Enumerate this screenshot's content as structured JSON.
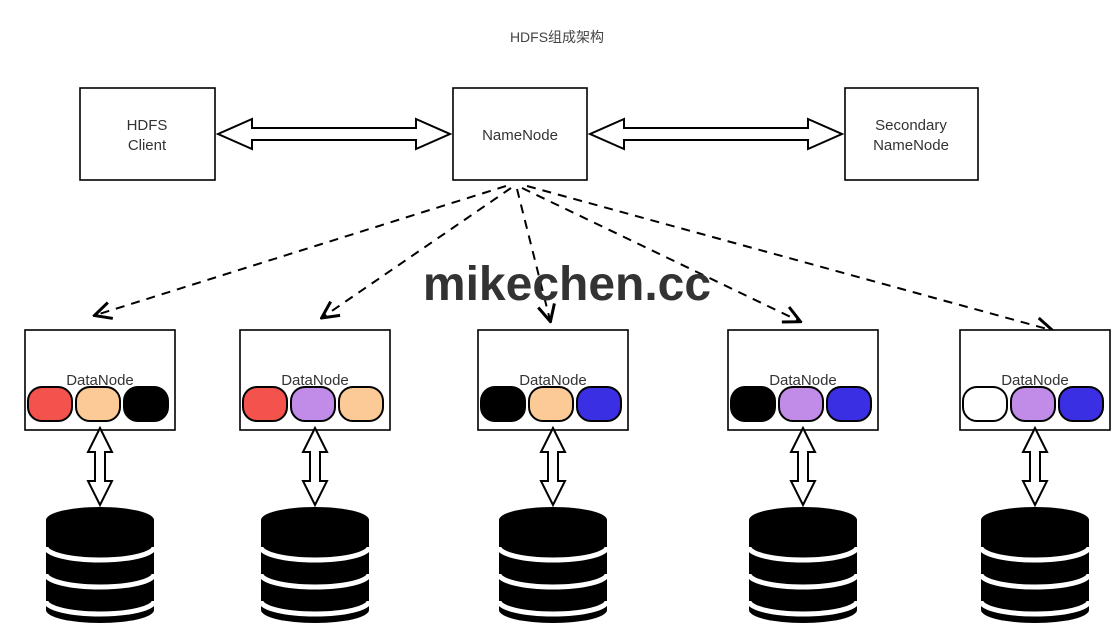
{
  "title": "HDFS组成架构",
  "watermark": "mikechen.cc",
  "nodes": {
    "client": {
      "line1": "HDFS",
      "line2": "Client"
    },
    "namenode": {
      "label": "NameNode"
    },
    "secondary": {
      "line1": "Secondary",
      "line2": "NameNode"
    }
  },
  "datanodes": [
    {
      "label": "DataNode",
      "blocks": [
        "#f4524d",
        "#fbca96",
        "#000000"
      ]
    },
    {
      "label": "DataNode",
      "blocks": [
        "#f4524d",
        "#c08ce8",
        "#fbca96"
      ]
    },
    {
      "label": "DataNode",
      "blocks": [
        "#000000",
        "#fbca96",
        "#3a2fe3"
      ]
    },
    {
      "label": "DataNode",
      "blocks": [
        "#000000",
        "#c08ce8",
        "#3a2fe3"
      ]
    },
    {
      "label": "DataNode",
      "blocks": [
        "#ffffff",
        "#c08ce8",
        "#3a2fe3"
      ]
    }
  ],
  "colors": {
    "watermark": "#4a6de0",
    "stroke": "#000000"
  }
}
